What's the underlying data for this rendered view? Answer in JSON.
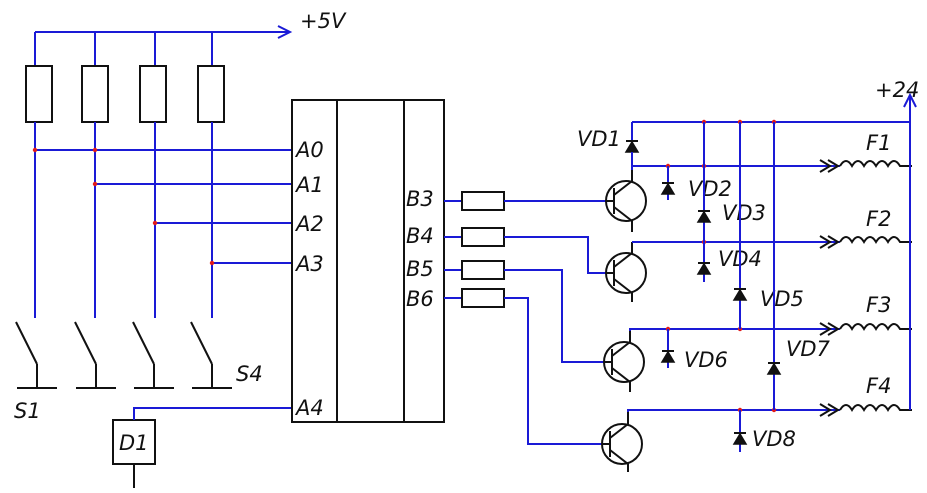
{
  "colors": {
    "wire": "#1a1ad6",
    "component": "#111111",
    "junction": "#e01a1a"
  },
  "rails": {
    "plus5v": "+5V",
    "plus24": "+24"
  },
  "switches": [
    "S1",
    "S4"
  ],
  "chip": {
    "inputs": [
      "A0",
      "A1",
      "A2",
      "A3",
      "A4"
    ],
    "outputs": [
      "B3",
      "B4",
      "B5",
      "B6"
    ]
  },
  "detector": "D1",
  "diodes": [
    "VD1",
    "VD2",
    "VD3",
    "VD4",
    "VD5",
    "VD6",
    "VD7",
    "VD8"
  ],
  "coils": [
    "F1",
    "F2",
    "F3",
    "F4"
  ]
}
